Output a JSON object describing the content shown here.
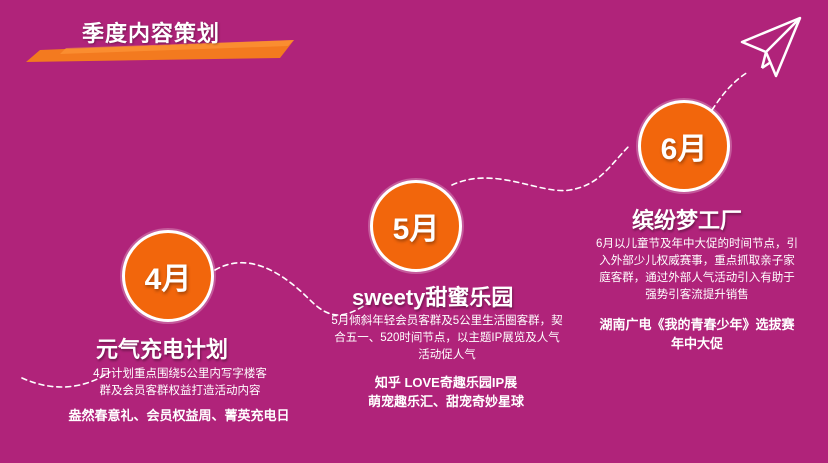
{
  "page": {
    "title": "季度内容策划",
    "colors": {
      "background": "#b0237a",
      "accent_orange": "#f2660c",
      "banner_orange": "#f37a1f",
      "text": "#ffffff"
    }
  },
  "decorations": {
    "dashed_path": "curvy-dashed-line",
    "plane": "paper-plane-icon"
  },
  "stages": [
    {
      "month": "4月",
      "title": "元气充电计划",
      "desc_lines": [
        "4月计划重点围绕5公里内写字楼客",
        "群及会员客群权益打造活动内容"
      ],
      "highlights": [
        "盎然春意礼、会员权益周、菁英充电日"
      ]
    },
    {
      "month": "5月",
      "title": "sweety甜蜜乐园",
      "desc_lines": [
        "5月倾斜年轻会员客群及5公里生活圈客群，契",
        "合五一、520时间节点，以主题IP展览及人气",
        "活动促人气"
      ],
      "highlights": [
        "知乎 LOVE奇趣乐园IP展",
        "萌宠趣乐汇、甜宠奇妙星球"
      ]
    },
    {
      "month": "6月",
      "title": "缤纷梦工厂",
      "desc_lines": [
        "6月以儿童节及年中大促的时间节点，引",
        "入外部少儿权威赛事，重点抓取亲子家",
        "庭客群，通过外部人气活动引入有助于",
        "强势引客流提升销售"
      ],
      "highlights": [
        "湖南广电《我的青春少年》选拔赛",
        "年中大促"
      ]
    }
  ]
}
